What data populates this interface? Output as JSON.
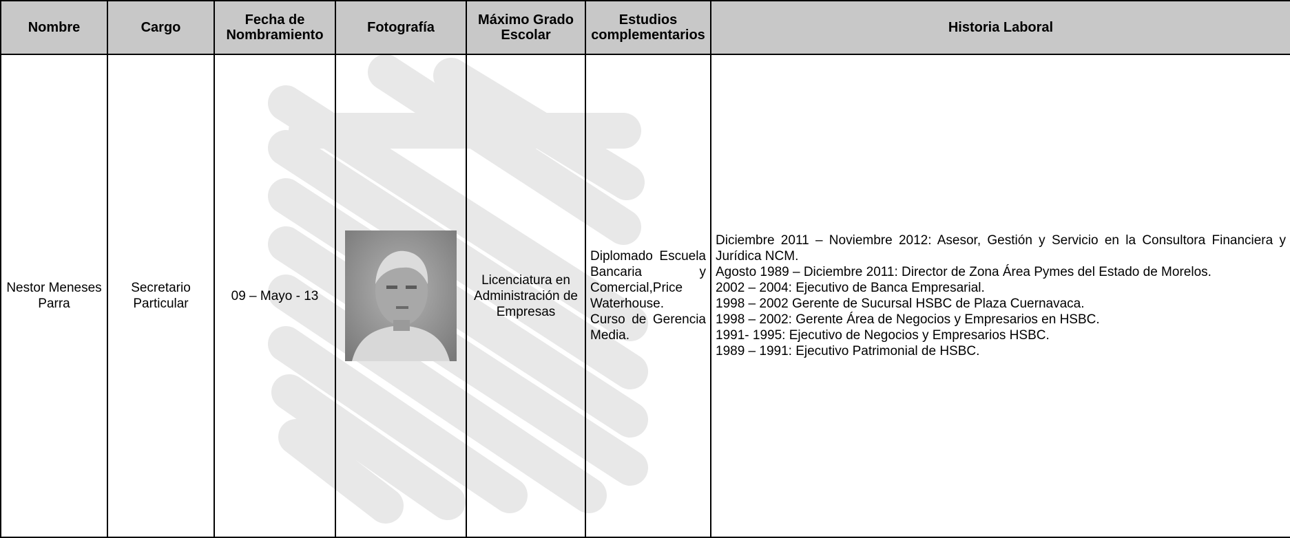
{
  "table": {
    "headers": {
      "nombre": "Nombre",
      "cargo": "Cargo",
      "fecha": "Fecha de Nombramiento",
      "fotografia": "Fotografía",
      "grado": "Máximo Grado Escolar",
      "estudios": "Estudios complementarios",
      "historia": "Historia Laboral"
    },
    "row": {
      "nombre": "Nestor Meneses Parra",
      "cargo": "Secretario Particular",
      "fecha": "09 – Mayo - 13",
      "grado": "Licenciatura en Administración de Empresas",
      "estudios": [
        "Diplomado Escuela Bancaria y Comercial,Price Waterhouse.",
        "Curso de Gerencia Media."
      ],
      "historia": [
        "Diciembre 2011 – Noviembre 2012: Asesor, Gestión y Servicio en la Consultora Financiera y Jurídica NCM.",
        "Agosto 1989 – Diciembre 2011: Director de Zona Área Pymes del Estado de Morelos.",
        "2002 – 2004: Ejecutivo de Banca Empresarial.",
        "1998 – 2002 Gerente de Sucursal HSBC de Plaza Cuernavaca.",
        "1998 – 2002: Gerente Área de Negocios y Empresarios en HSBC.",
        "1991- 1995: Ejecutivo de Negocios y Empresarios HSBC.",
        "1989 – 1991: Ejecutivo Patrimonial de HSBC."
      ]
    }
  },
  "colors": {
    "header_bg": "#c8c8c8",
    "border": "#000000",
    "watermark": "#e6e6e6"
  },
  "icons": {
    "photo": "portrait-photo"
  }
}
